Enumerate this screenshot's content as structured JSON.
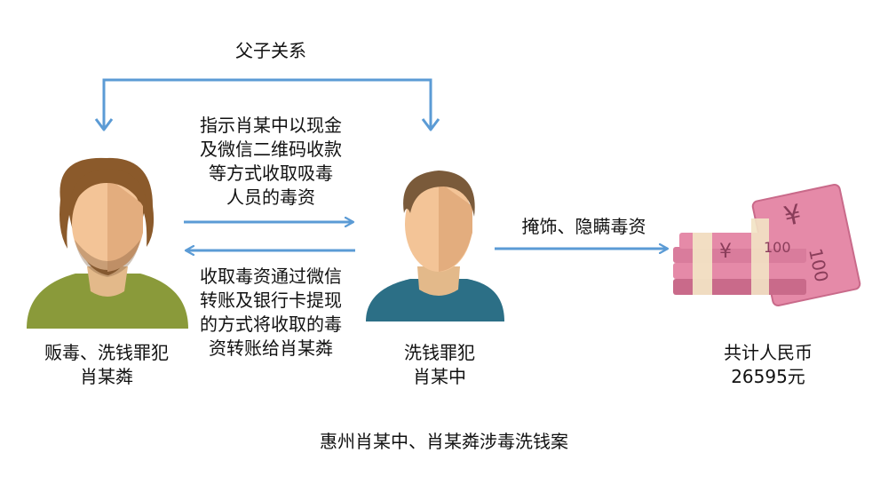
{
  "relation_label": "父子关系",
  "instruction_text": [
    "指示肖某中以现金",
    "及微信二维码收款",
    "等方式收取吸毒",
    "人员的毒资"
  ],
  "transfer_text": [
    "收取毒资通过微信",
    "转账及银行卡提现",
    "的方式将收取的毒",
    "资转账给肖某粦"
  ],
  "conceal_text": "掩饰、隐瞒毒资",
  "person_left": [
    "贩毒、洗钱罪犯",
    "肖某粦"
  ],
  "person_middle": [
    "洗钱罪犯",
    "肖某中"
  ],
  "money": [
    "共计人民币",
    "26595元"
  ],
  "case_title": "惠州肖某中、肖某粦涉毒洗钱案",
  "banknote_marks": [
    "¥",
    "100"
  ],
  "colors": {
    "arrow": "#5b9bd5",
    "banknote": "#e58aa8",
    "band": "#f2e3c4"
  }
}
